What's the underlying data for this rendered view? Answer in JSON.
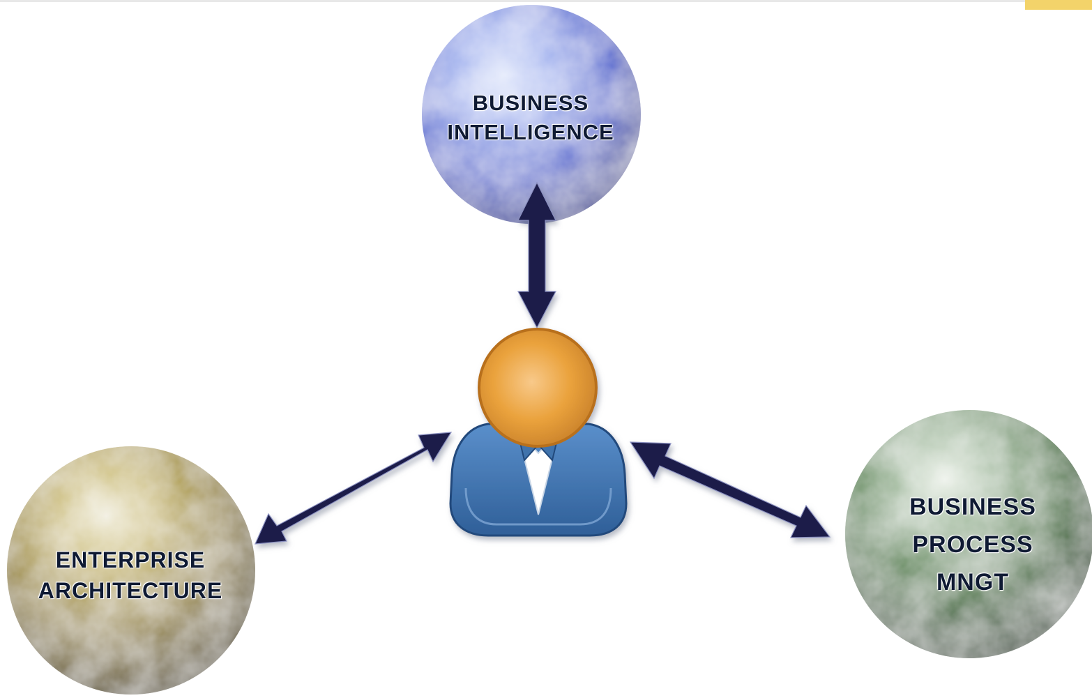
{
  "diagram": {
    "nodes": {
      "business_intelligence": {
        "lines": [
          "BUSINESS",
          "INTELLIGENCE"
        ],
        "color": "#4f63c9"
      },
      "enterprise_architecture": {
        "lines": [
          "ENTERPRISE",
          "ARCHITECTURE"
        ],
        "color": "#8a7a2a"
      },
      "business_process_mngt": {
        "lines": [
          "BUSINESS",
          "PROCESS",
          "MNGT"
        ],
        "color": "#3f6a3c"
      },
      "user": {
        "icon": "user-icon",
        "head_color": "#e9a23b",
        "body_color": "#3b6fa8"
      }
    },
    "connections": [
      {
        "from": "user",
        "to": "business_intelligence",
        "type": "bidirectional"
      },
      {
        "from": "user",
        "to": "enterprise_architecture",
        "type": "bidirectional"
      },
      {
        "from": "user",
        "to": "business_process_mngt",
        "type": "bidirectional"
      }
    ],
    "arrow_color": "#1a1d4a"
  },
  "accents": {
    "corner_tab": "#f3d36a"
  }
}
